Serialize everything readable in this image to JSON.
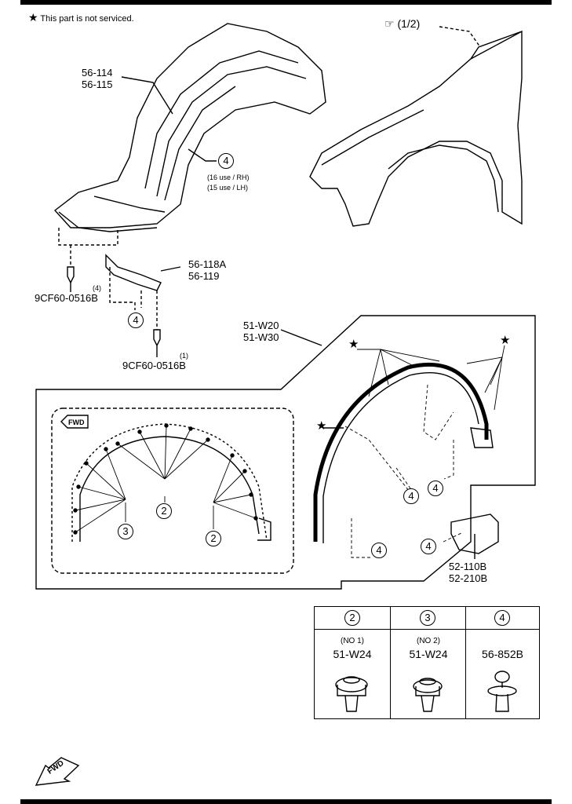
{
  "note": {
    "star": "★",
    "text": "This part is not serviced."
  },
  "ref": {
    "icon": "pointing-hand",
    "text": "(1/2)"
  },
  "parts": {
    "liner_a": "56-114",
    "liner_b": "56-115",
    "bracket_a": "56-118A",
    "bracket_b": "56-119",
    "screw_1": "9CF60-0516B",
    "screw_1_qty": "(4)",
    "screw_2": "9CF60-0516B",
    "screw_2_qty": "(1)",
    "moulding_a": "51-W20",
    "moulding_b": "51-W30",
    "bracket2_a": "52-110B",
    "bracket2_b": "52-210B"
  },
  "usage": {
    "rh": "(16 use / RH)",
    "lh": "(15 use / LH)"
  },
  "callouts": {
    "c2": "2",
    "c3": "3",
    "c4": "4"
  },
  "fwd": "FWD",
  "stars": [
    "★",
    "★",
    "★"
  ],
  "table": [
    {
      "circle": "2",
      "sub": "(NO 1)",
      "part": "51-W24",
      "icon": "clip-no1-icon"
    },
    {
      "circle": "3",
      "sub": "(NO 2)",
      "part": "51-W24",
      "icon": "clip-no2-icon"
    },
    {
      "circle": "4",
      "sub": "",
      "part": "56-852B",
      "icon": "push-pin-clip-icon"
    }
  ]
}
